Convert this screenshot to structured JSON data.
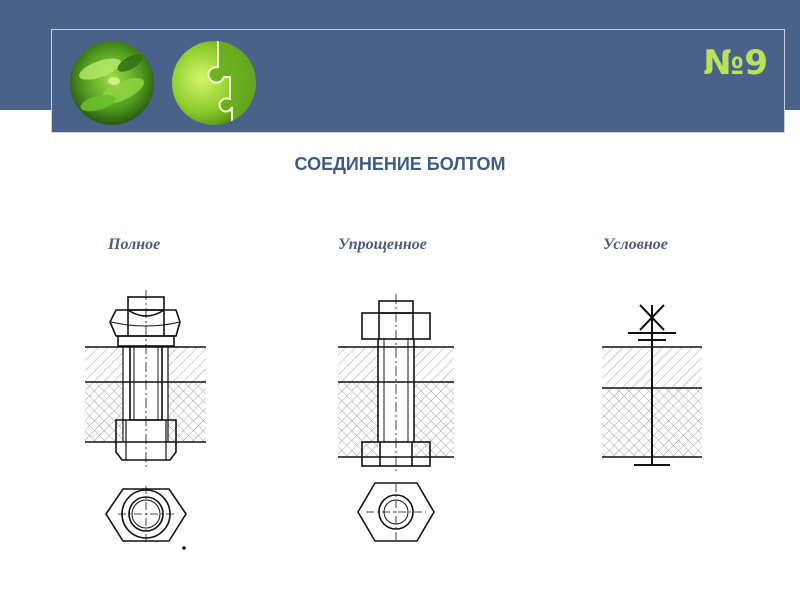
{
  "header": {
    "slide_number": "№9"
  },
  "title": "СОЕДИНЕНИЕ БОЛТОМ",
  "labels": {
    "full": "Полное",
    "simplified": "Упрощенное",
    "conventional": "Условное"
  },
  "icons": {
    "thumb_left": "green-leaf-closeup-icon",
    "thumb_right": "green-puzzle-leaf-icon"
  },
  "colors": {
    "header_bg": "#4a6289",
    "slide_number": "#b7e25a",
    "title": "#3f5c87",
    "labels": "#4a5a82"
  }
}
